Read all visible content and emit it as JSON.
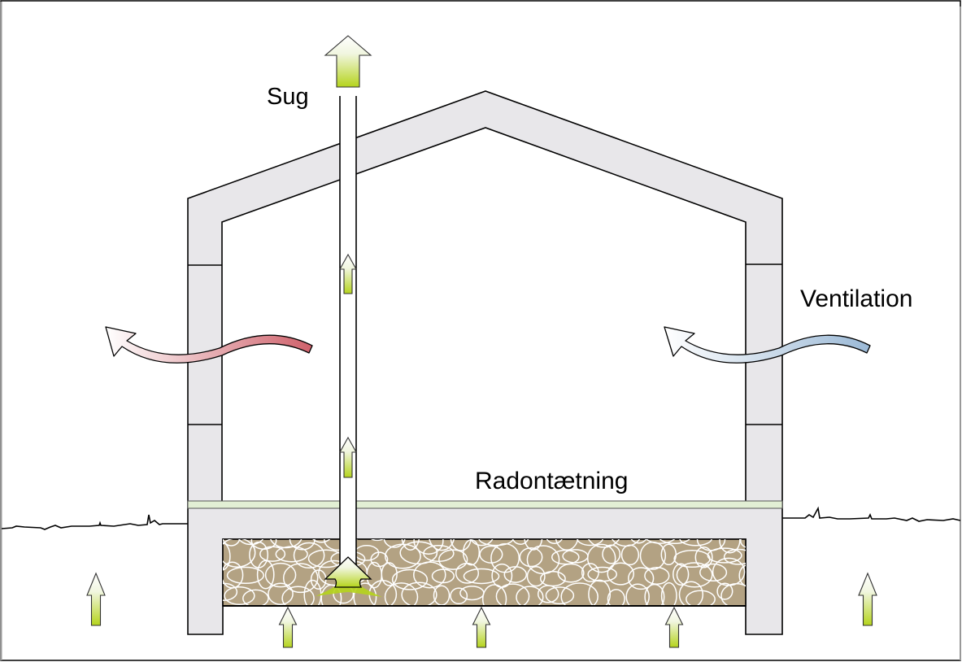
{
  "diagram": {
    "title": "Radon protection of a house: suction pipe, ventilation and radon sealing",
    "labels": {
      "suction": "Sug",
      "ventilation": "Ventilation",
      "radon_seal": "Radontætning"
    },
    "colors": {
      "wall_fill": "#e8e7ea",
      "outline": "#000000",
      "gravel_fill": "#b3a283",
      "gravel_stones": "#ffffff",
      "radon_seal_fill": "#e2efd4",
      "radon_arrow_top": "#ffffff",
      "radon_arrow_bottom": "#b5d41c",
      "exhaust_air_start": "#ffffff",
      "exhaust_air_end": "#cf616b",
      "fresh_air_start": "#ffffff",
      "fresh_air_end": "#9bb9d6",
      "border": "#999999"
    },
    "elements": {
      "house_walls": "house-section",
      "suction_pipe": "radon-suction-pipe",
      "gravel_layer": "capillary-breaking-gravel-layer",
      "ground_line": "terrain-line",
      "exhaust_air_arrow": "warm-air-outflow",
      "fresh_air_arrow": "fresh-air-inflow"
    },
    "radon_arrows": {
      "pipe_outlet": 1,
      "inside_pipe": 2,
      "gravel_inlet": 1,
      "under_foundation": 3,
      "ground_outside": 2
    }
  }
}
